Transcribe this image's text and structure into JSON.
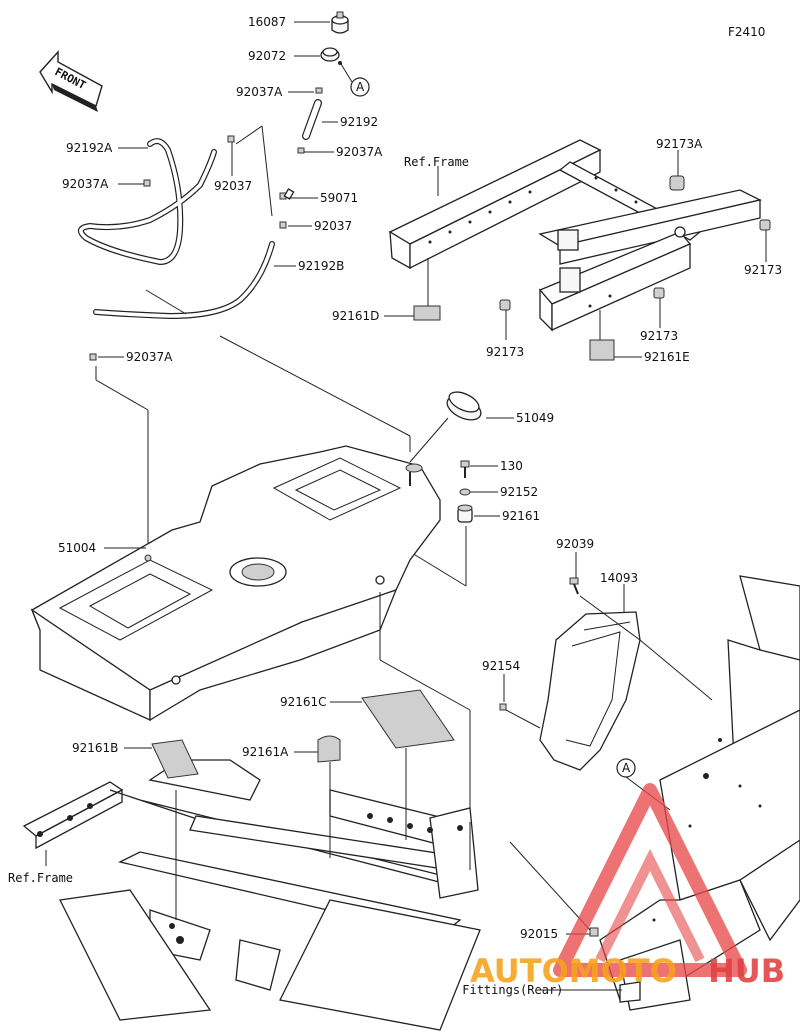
{
  "figure_code": "F2410",
  "front_indicator": "FRONT",
  "parts": {
    "p16087": "16087",
    "p92072": "92072",
    "p92037A_1": "92037A",
    "p92192": "92192",
    "p92037A_2": "92037A",
    "p92192A": "92192A",
    "p92037A_3": "92037A",
    "p92037": "92037",
    "p59071": "59071",
    "p92037_2": "92037",
    "p92192B": "92192B",
    "p92037A_4": "92037A",
    "p92161D": "92161D",
    "p92173A": "92173A",
    "p92173_1": "92173",
    "p92173_2": "92173",
    "p92173_3": "92173",
    "p92161E": "92161E",
    "p51049": "51049",
    "p130": "130",
    "p92152": "92152",
    "p92161": "92161",
    "p51004": "51004",
    "p92039": "92039",
    "p14093": "14093",
    "p92154": "92154",
    "p92161C": "92161C",
    "p92161B": "92161B",
    "p92161A": "92161A",
    "p92015": "92015"
  },
  "refs": {
    "frame_top": "Ref.Frame",
    "frame_bottom": "Ref.Frame",
    "frame_fittings": "Ref.Frame Fittings(Rear)"
  },
  "callouts": {
    "a_top": "A",
    "a_bottom": "A"
  },
  "watermark": {
    "text_a": "AUTOMOTO",
    "text_b": "HUB",
    "colors": {
      "triangle": "#e84a4a",
      "text_a": "#f6a21a",
      "text_b": "#e04040"
    }
  }
}
